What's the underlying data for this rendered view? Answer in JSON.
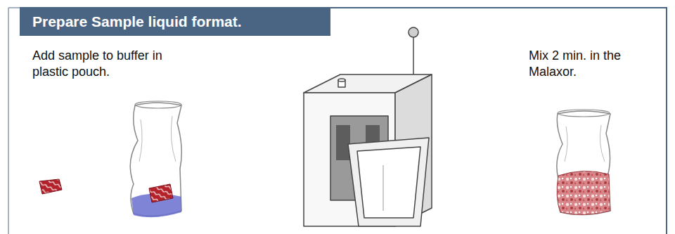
{
  "diagram": {
    "title": "Prepare Sample liquid format.",
    "labels": [
      "Add sample to buffer in plastic pouch.",
      "Mix 2 min. in the Malaxor."
    ]
  }
}
